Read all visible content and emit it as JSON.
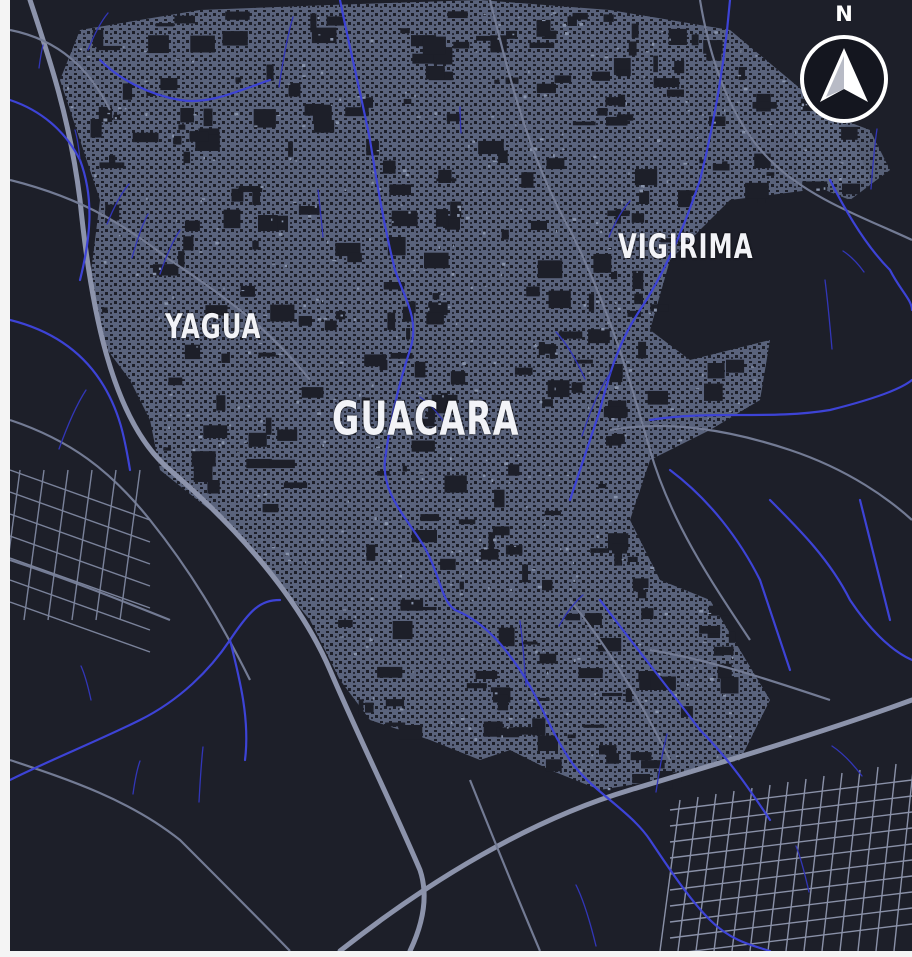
{
  "map": {
    "labels": {
      "yagua": "YAGUA",
      "guacara": "GUACARA",
      "vigirima": "VIGIRIMA"
    },
    "compass": {
      "letter": "N",
      "icon": "north-arrow-icon"
    },
    "colors": {
      "background": "#1d1f29",
      "urban": "#6f7a92",
      "roads": "#8c93ab",
      "rivers": "#3d43d6",
      "labels": "#f2f3f7"
    }
  }
}
